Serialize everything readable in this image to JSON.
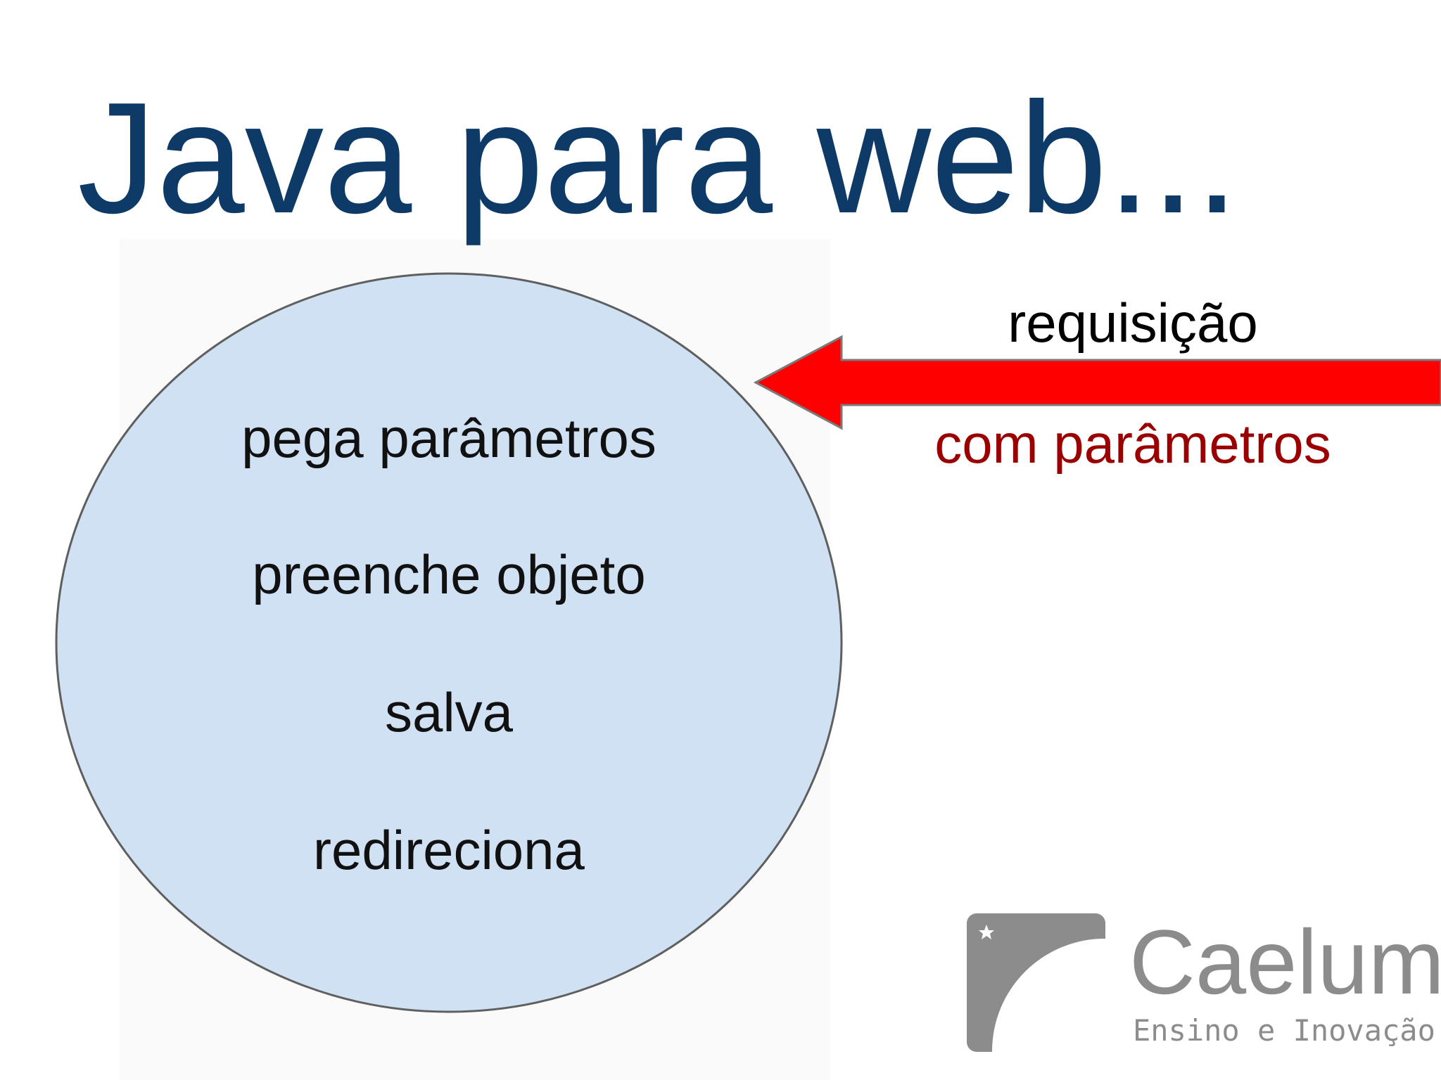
{
  "slide": {
    "title": "Java para web..."
  },
  "diagram": {
    "circle_steps": [
      "pega parâmetros",
      "preenche objeto",
      "salva",
      "redireciona"
    ],
    "arrow": {
      "label_top": "requisição",
      "label_bottom": "com parâmetros"
    }
  },
  "logo": {
    "name": "Caelum",
    "tagline": "Ensino e Inovação",
    "icon": "star-icon"
  },
  "colors": {
    "title": "#0d3a67",
    "circle_fill": "#cfe1f3",
    "circle_stroke": "#5f5f5f",
    "arrow_fill": "#ff0000",
    "arrow_stroke": "#7a7a7a",
    "arrow_label_bottom": "#9b0000",
    "logo_gray": "#8c8c8c"
  }
}
